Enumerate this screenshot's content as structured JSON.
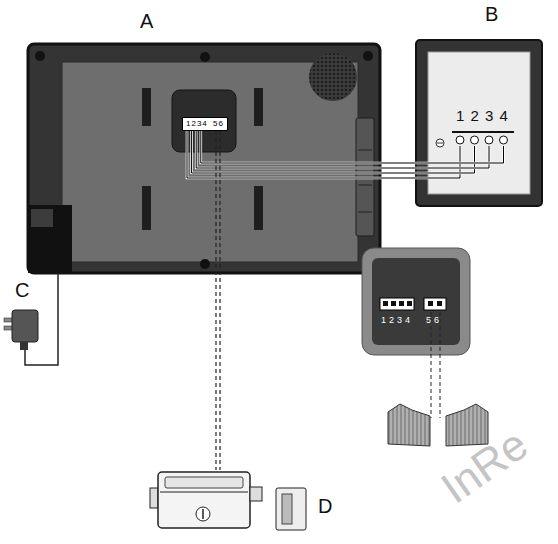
{
  "diagram": {
    "nodes": [
      {
        "text": [
          "A"
        ]
      },
      {
        "text": [
          "1234",
          "56"
        ],
        "in": 0
      },
      {
        "text": [
          "B"
        ]
      },
      {
        "text": [
          "1 2 3 4"
        ],
        "in": 2
      },
      {
        "text": [
          "C"
        ]
      },
      {
        "text": [
          "1234",
          "56"
        ]
      },
      {
        "text": [
          "D"
        ]
      }
    ],
    "edges": [
      {
        "from": 1,
        "to": 3,
        "arrow": "none"
      },
      {
        "from": 1,
        "to": 3,
        "arrow": "none"
      },
      {
        "from": 1,
        "to": 3,
        "arrow": "none"
      },
      {
        "from": 1,
        "to": 3,
        "arrow": "none"
      },
      {
        "from": 0,
        "to": 4,
        "arrow": "none"
      },
      {
        "from": 1,
        "to": 6,
        "arrow": "none"
      }
    ],
    "labels": [
      "InRe"
    ]
  }
}
